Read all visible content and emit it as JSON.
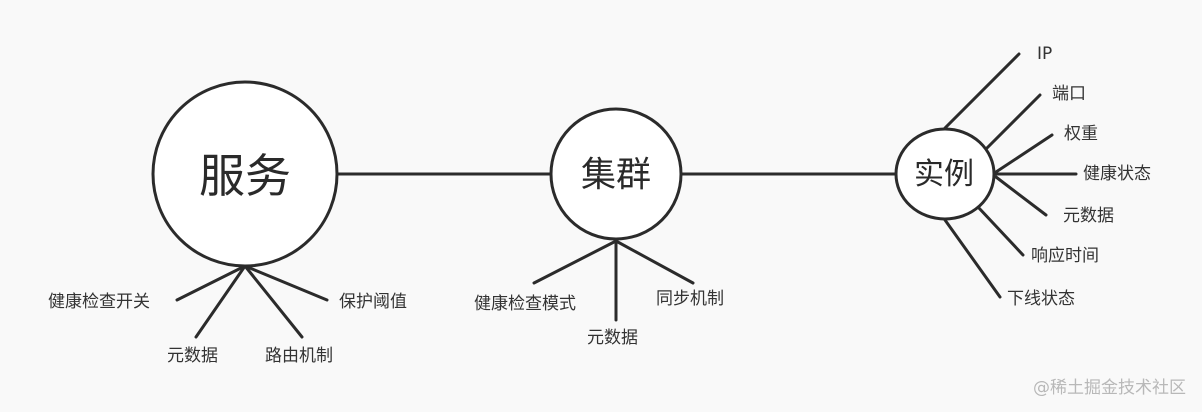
{
  "nodes": {
    "service": {
      "label": "服务",
      "children": [
        "健康检查开关",
        "元数据",
        "路由机制",
        "保护阈值"
      ]
    },
    "cluster": {
      "label": "集群",
      "children": [
        "健康检查模式",
        "元数据",
        "同步机制"
      ]
    },
    "instance": {
      "label": "实例",
      "children": [
        "IP",
        "端口",
        "权重",
        "健康状态",
        "元数据",
        "响应时间",
        "下线状态"
      ]
    }
  },
  "watermark": "@稀土掘金技术社区",
  "colors": {
    "stroke": "#2b2b2b",
    "background": "#f9f9f9",
    "node_fill": "#ffffff",
    "text": "#333333"
  }
}
